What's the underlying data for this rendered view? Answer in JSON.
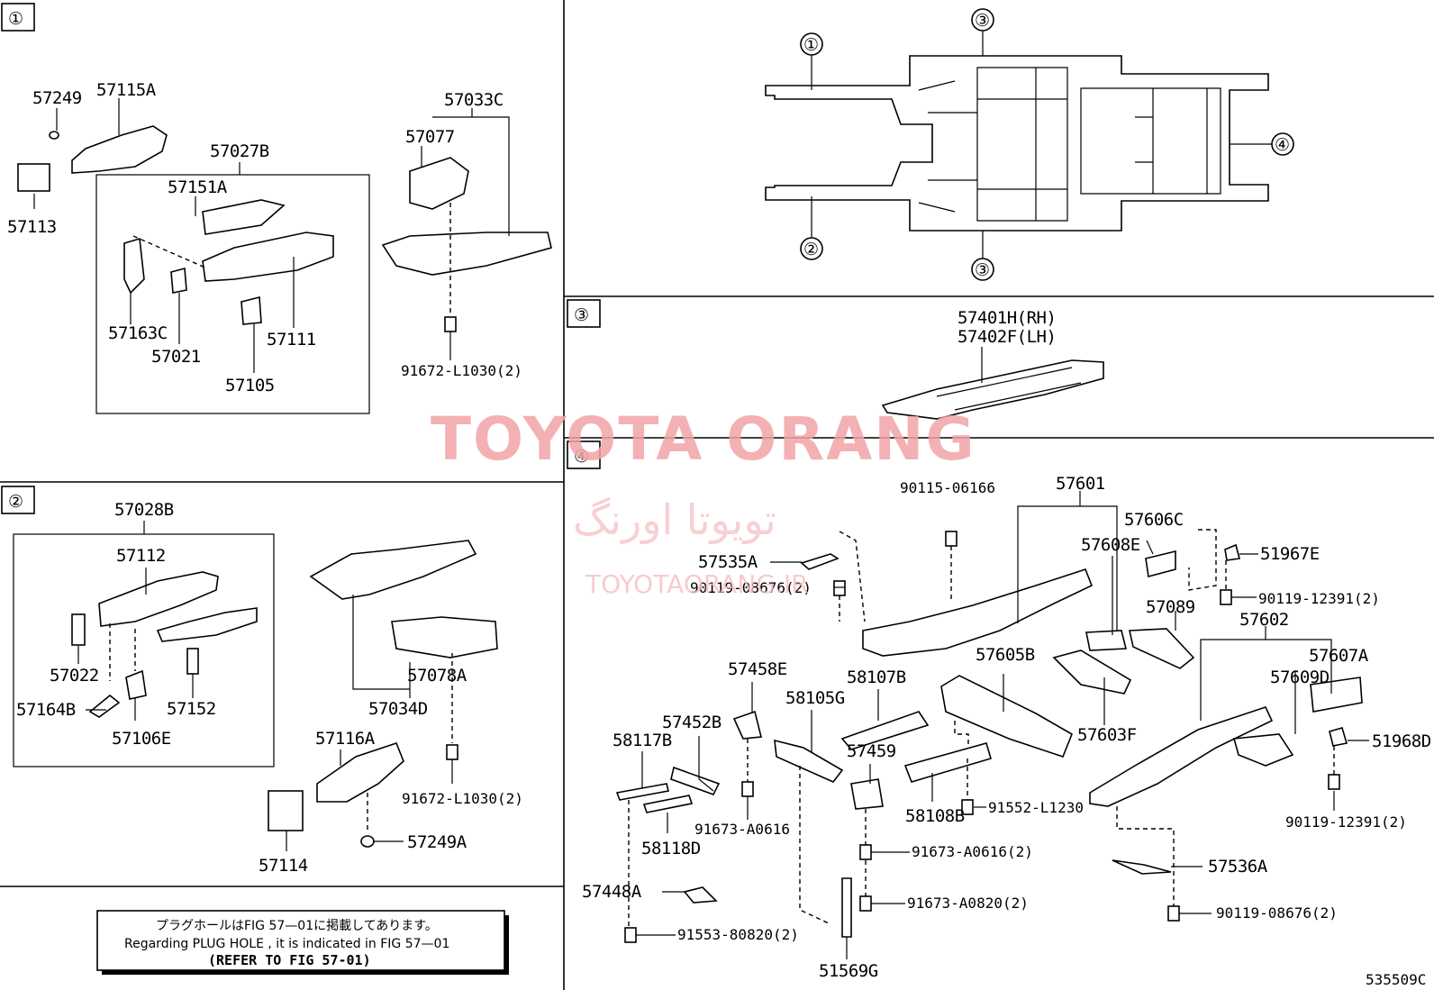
{
  "sections": {
    "s1": "①",
    "s2": "②",
    "s3": "③",
    "s4": "④"
  },
  "overview": {
    "callouts": [
      "①",
      "②",
      "③",
      "③",
      "④"
    ]
  },
  "parts": {
    "p57249": "57249",
    "p57115A": "57115A",
    "p57113": "57113",
    "p57027B": "57027B",
    "p57151A": "57151A",
    "p57163C": "57163C",
    "p57021": "57021",
    "p57111": "57111",
    "p57105": "57105",
    "p57077": "57077",
    "p57033C": "57033C",
    "p91672_1": "91672-L1030(2)",
    "p57028B": "57028B",
    "p57112": "57112",
    "p57022": "57022",
    "p57164B": "57164B",
    "p57106E": "57106E",
    "p57152": "57152",
    "p57078A": "57078A",
    "p57034D": "57034D",
    "p57116A": "57116A",
    "p91672_2": "91672-L1030(2)",
    "p57249A": "57249A",
    "p57114": "57114",
    "p57401H": "57401H(RH)",
    "p57402F": "57402F(LH)",
    "p90115": "90115-06166",
    "p57601": "57601",
    "p57606C": "57606C",
    "p57608E": "57608E",
    "p51967E": "51967E",
    "p57535A": "57535A",
    "p90119_a": "90119-08676(2)",
    "p90119_b": "90119-12391(2)",
    "p57089": "57089",
    "p57602": "57602",
    "p57607A": "57607A",
    "p57609D": "57609D",
    "p51968D": "51968D",
    "p90119_c": "90119-12391(2)",
    "p57458E": "57458E",
    "p58107B": "58107B",
    "p57605B": "57605B",
    "p57452B": "57452B",
    "p58105G": "58105G",
    "p57603F": "57603F",
    "p58117B": "58117B",
    "p57459": "57459",
    "p91552": "91552-L1230",
    "p58108B": "58108B",
    "p91673_a": "91673-A0616",
    "p58118D": "58118D",
    "p91673_b": "91673-A0616(2)",
    "p57536A": "57536A",
    "p57448A": "57448A",
    "p91673_c": "91673-A0820(2)",
    "p90119_d": "90119-08676(2)",
    "p91553": "91553-80820(2)",
    "p51569G": "51569G"
  },
  "note": {
    "jp": "プラグホールはFIG 57—01に掲載してあります。",
    "en": "Regarding  PLUG  HOLE , it is indicated in FIG  57—01",
    "refer": "(REFER TO FIG 57-01)"
  },
  "figure_id": "535509C",
  "watermark": {
    "en": "TOYOTA ORANG",
    "fa": "تویوتا اورنگ",
    "url": "TOYOTAORANG.IR"
  }
}
